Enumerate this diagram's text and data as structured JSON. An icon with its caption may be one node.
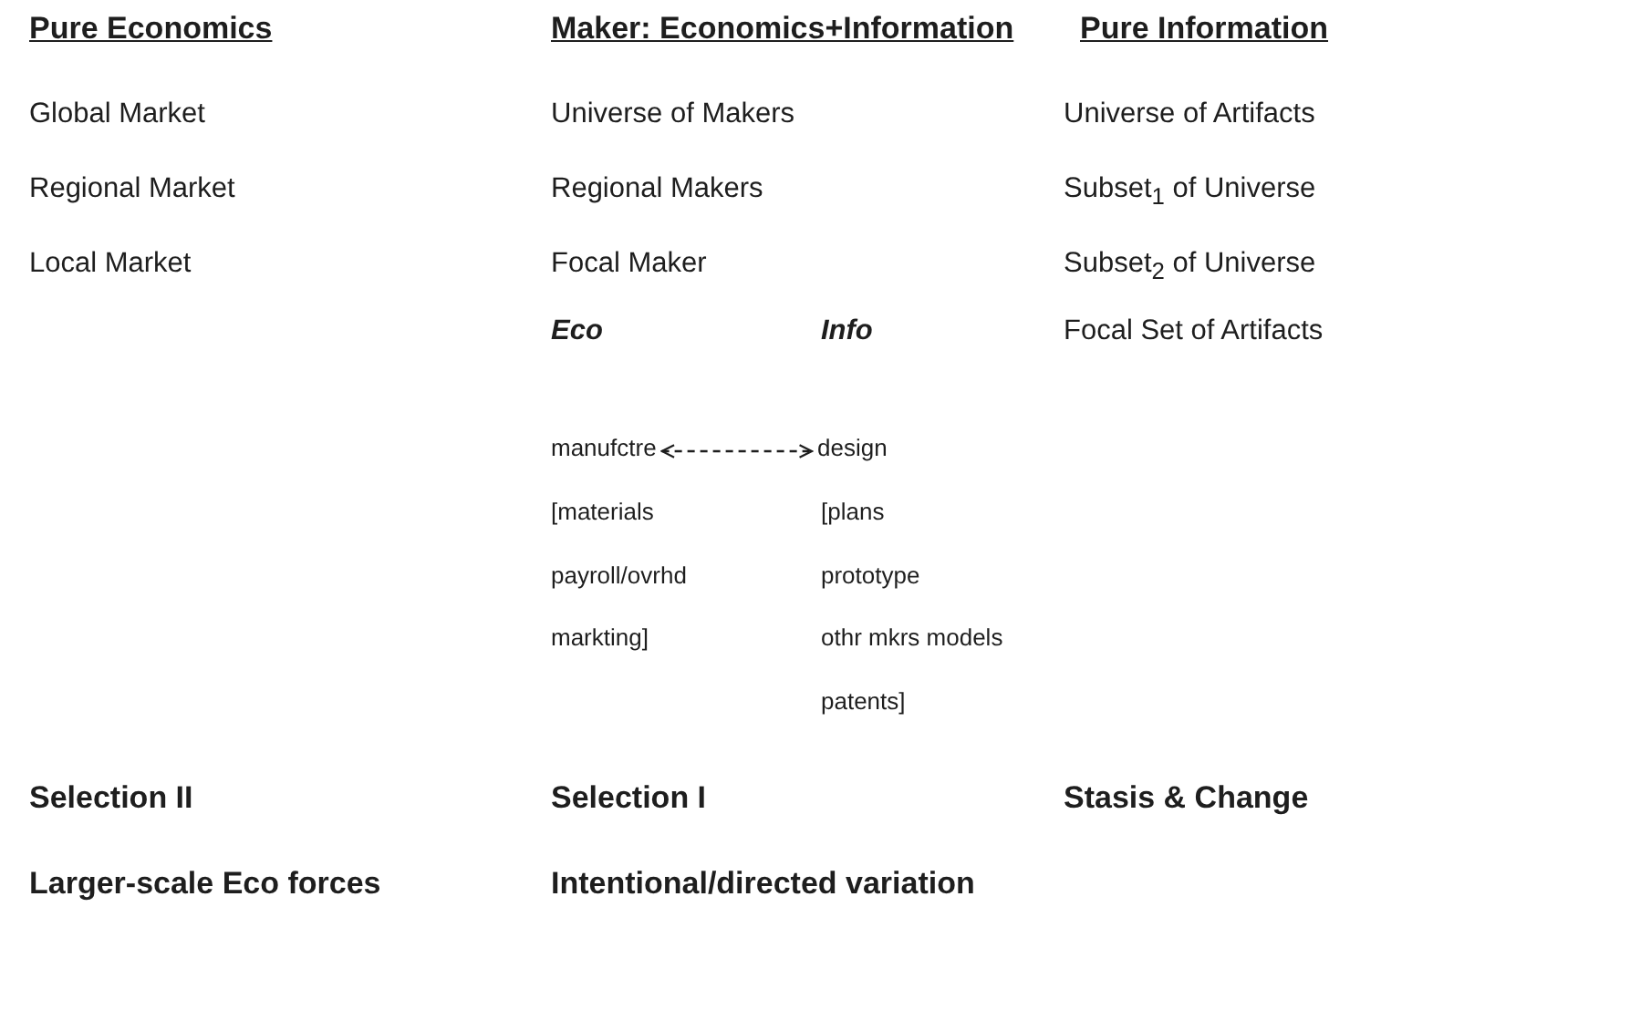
{
  "diagram": {
    "nodes": [
      {
        "text": [
          "manufctre"
        ]
      },
      {
        "text": [
          "design"
        ]
      }
    ],
    "edges": [
      {
        "from": 0,
        "to": 1,
        "arrow": "both",
        "style": "dashed"
      }
    ],
    "labels": [
      "Pure Economics",
      "Maker: Economics+Information",
      "Pure Information",
      "Global Market",
      "Universe of Makers",
      "Universe of Artifacts",
      "Regional Market",
      "Regional Makers",
      "Subset$_{1}$ of Universe",
      "Local Market",
      "Focal Maker",
      "Subset$_{2}$ of Universe",
      "Eco",
      "Info",
      "Focal Set of Artifacts",
      "[materials",
      "[plans",
      "payroll/ovrhd",
      "prototype",
      "markting]",
      "othr mkrs models",
      "patents]",
      "Selection II",
      "Selection I",
      "Stasis & Change",
      "Larger-scale Eco forces",
      "Intentional/directed variation"
    ]
  }
}
